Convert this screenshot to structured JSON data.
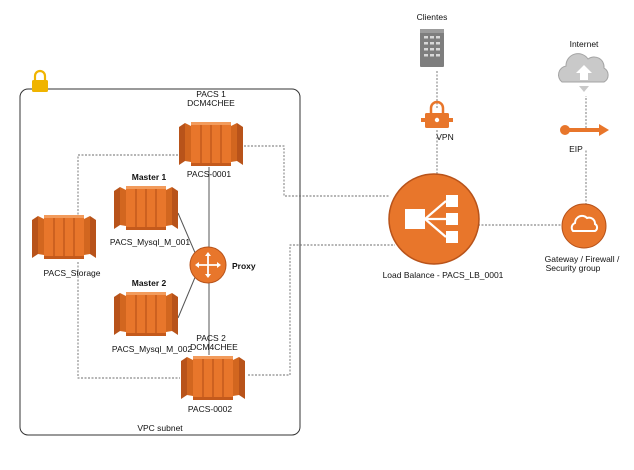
{
  "colors": {
    "aws_orange": "#e8762b",
    "aws_orange_dark": "#b8531a",
    "aws_orange_light": "#f29b5c",
    "lock_yellow": "#f0b400",
    "grey_icon": "#8a8a8a"
  },
  "vpc": {
    "label": "VPC subnet",
    "icon": "lock-icon"
  },
  "nodes": {
    "clientes": {
      "label": "Clientes",
      "icon": "client-server-icon"
    },
    "internet": {
      "label": "Internet",
      "icon": "cloud-icon"
    },
    "vpn": {
      "label": "VPN",
      "icon": "vpn-lock-icon"
    },
    "eip": {
      "label": "EIP",
      "icon": "elastic-ip-icon"
    },
    "load_balancer": {
      "label": "Load Balance - PACS_LB_0001",
      "icon": "load-balancer-icon"
    },
    "gateway": {
      "label1": "Gateway / Firewall /",
      "label2": "Security group",
      "icon": "internet-gateway-icon"
    },
    "pacs1": {
      "title1": "PACS 1",
      "title2": "DCM4CHEE",
      "name": "PACS-0001",
      "icon": "ec2-instance-icon"
    },
    "pacs2": {
      "title1": "PACS 2",
      "title2": "DCM4CHEE",
      "name": "PACS-0002",
      "icon": "ec2-instance-icon"
    },
    "master1": {
      "title": "Master 1",
      "name": "PACS_Mysql_M_001",
      "icon": "ec2-instance-icon"
    },
    "master2": {
      "title": "Master 2",
      "name": "PACS_Mysql_M_002",
      "icon": "ec2-instance-icon"
    },
    "storage": {
      "name": "PACS_Storage",
      "icon": "ec2-instance-icon"
    },
    "proxy": {
      "label": "Proxy",
      "icon": "proxy-router-icon"
    }
  }
}
